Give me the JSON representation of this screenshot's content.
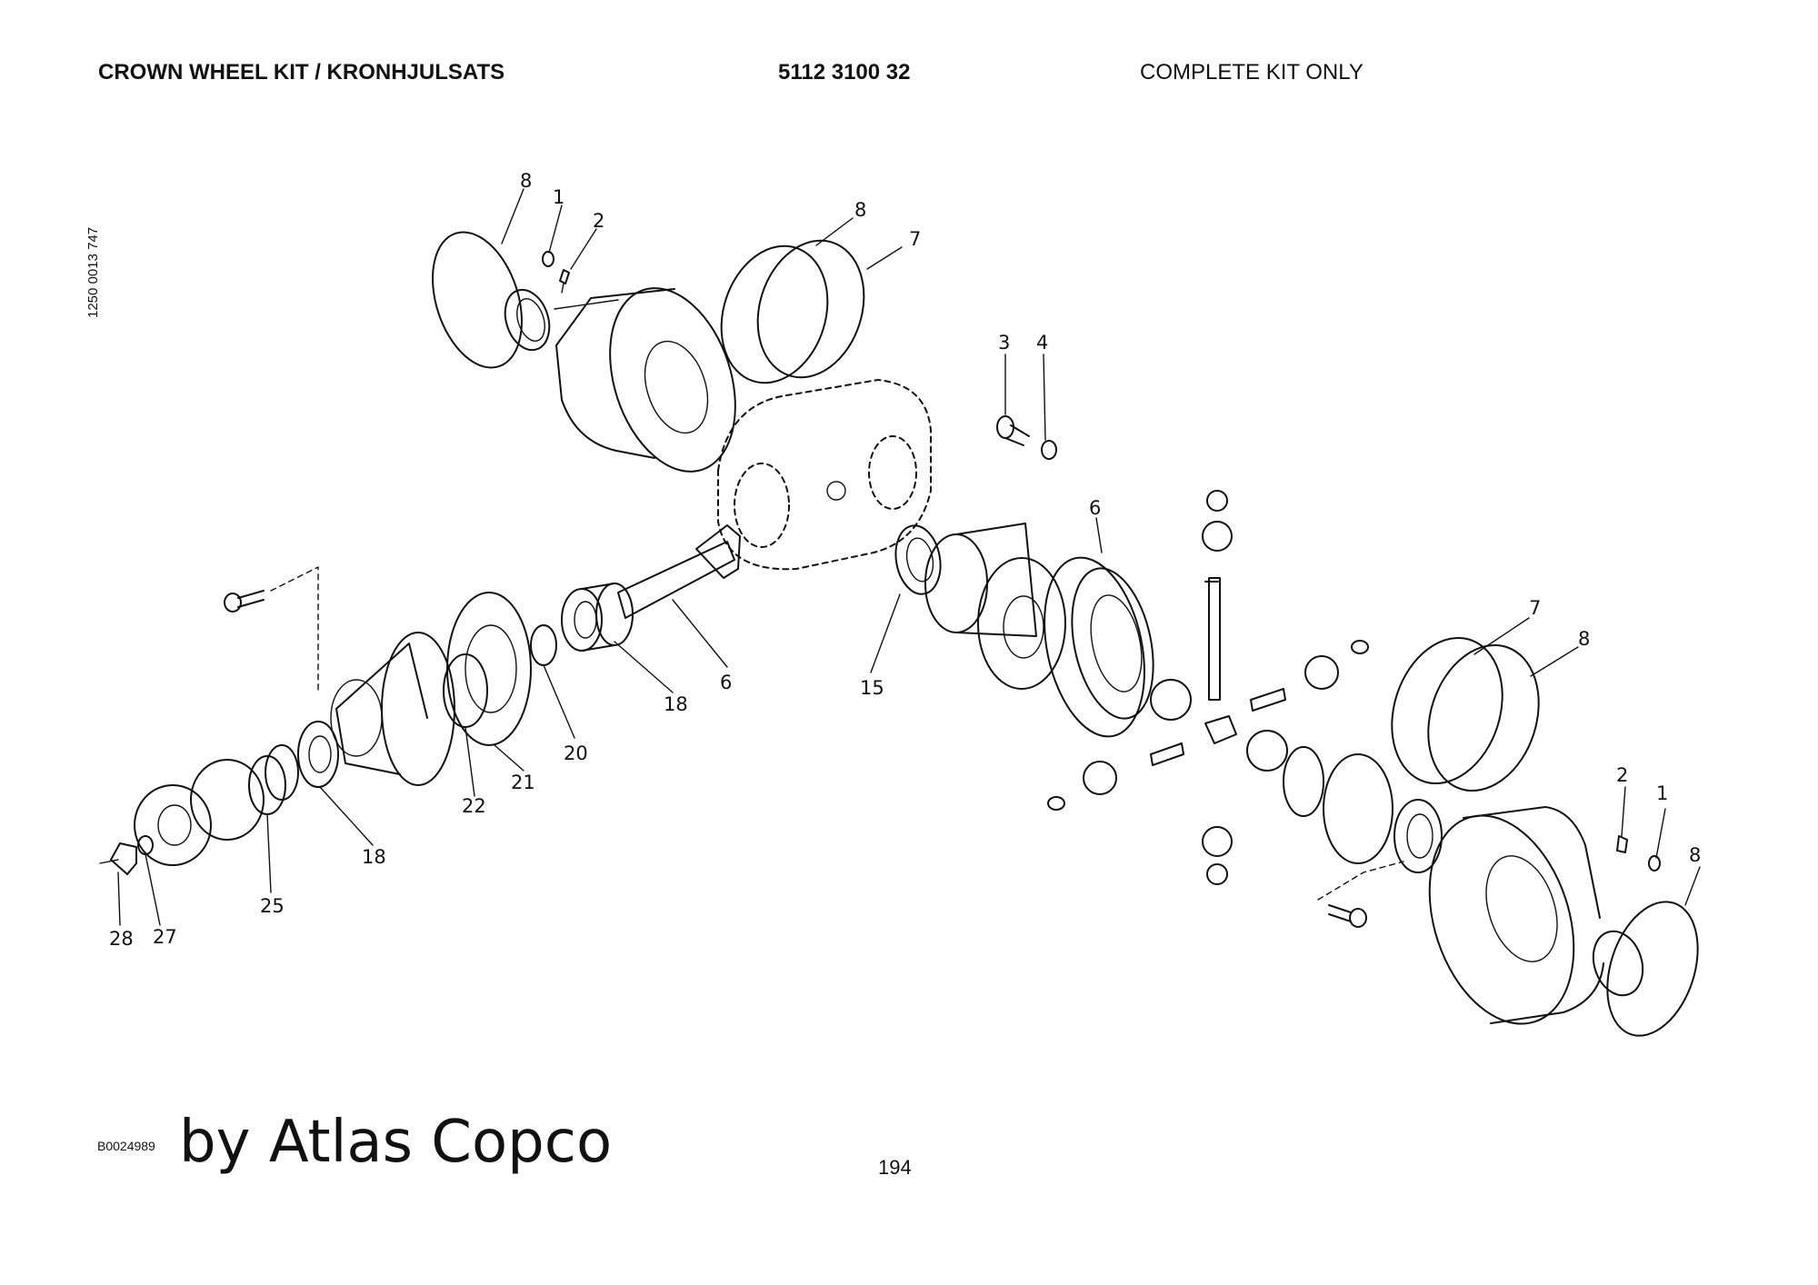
{
  "header": {
    "title": "CROWN WHEEL KIT / KRONHJULSATS",
    "part_number": "5112 3100 32",
    "note": "COMPLETE KIT ONLY"
  },
  "side_code": "1250 0013 747",
  "footer": {
    "ref_code": "B0024989",
    "brand": "by Atlas Copco",
    "page_number": "194"
  },
  "callouts": [
    "8",
    "1",
    "2",
    "8",
    "7",
    "3",
    "4",
    "6",
    "15",
    "6",
    "18",
    "20",
    "21",
    "22",
    "18",
    "25",
    "27",
    "28",
    "7",
    "8",
    "2",
    "1",
    "8"
  ]
}
